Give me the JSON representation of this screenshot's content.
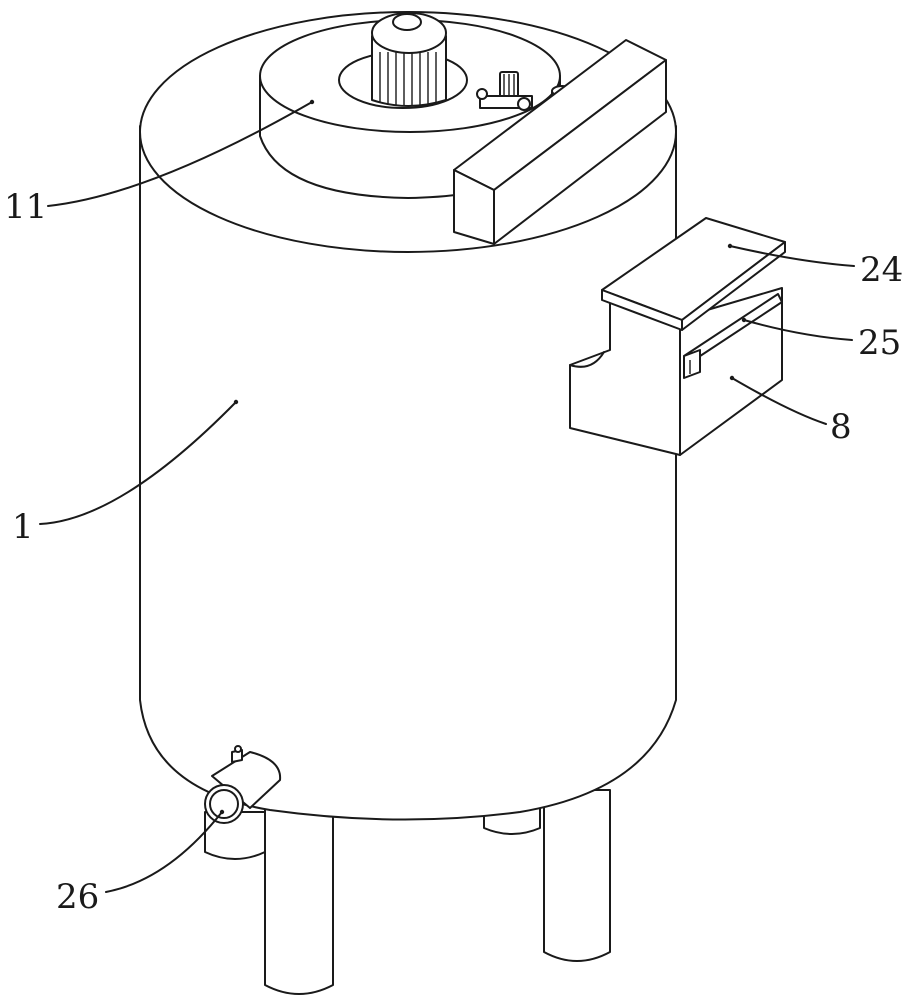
{
  "figure": {
    "labels": [
      {
        "id": "label-11",
        "text": "11"
      },
      {
        "id": "label-24",
        "text": "24"
      },
      {
        "id": "label-25",
        "text": "25"
      },
      {
        "id": "label-8",
        "text": "8"
      },
      {
        "id": "label-1",
        "text": "1"
      },
      {
        "id": "label-26",
        "text": "26"
      }
    ]
  }
}
